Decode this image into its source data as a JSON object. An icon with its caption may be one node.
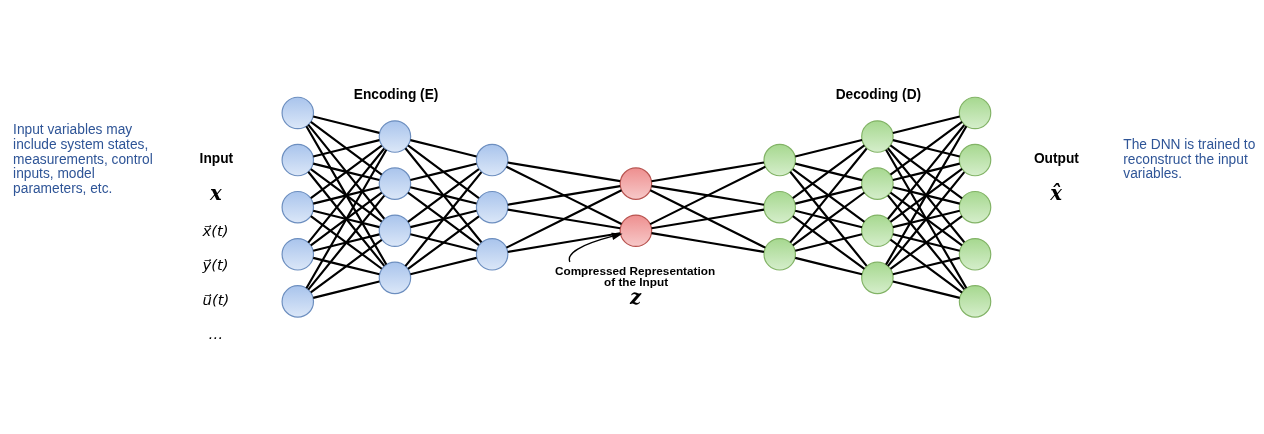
{
  "diagram": {
    "nodes": [
      {
        "text": [],
        "shape": "circle"
      },
      {
        "text": [],
        "shape": "circle"
      },
      {
        "text": [],
        "shape": "circle"
      },
      {
        "text": [],
        "shape": "circle"
      },
      {
        "text": [],
        "shape": "circle"
      },
      {
        "text": [],
        "shape": "circle"
      },
      {
        "text": [],
        "shape": "circle"
      },
      {
        "text": [],
        "shape": "circle"
      },
      {
        "text": [],
        "shape": "circle"
      },
      {
        "text": [],
        "shape": "circle"
      },
      {
        "text": [],
        "shape": "circle"
      },
      {
        "text": [],
        "shape": "circle"
      },
      {
        "text": [],
        "shape": "circle"
      },
      {
        "text": [],
        "shape": "circle"
      },
      {
        "text": [],
        "shape": "circle"
      },
      {
        "text": [],
        "shape": "circle"
      },
      {
        "text": [],
        "shape": "circle"
      },
      {
        "text": [],
        "shape": "circle"
      },
      {
        "text": [],
        "shape": "circle"
      },
      {
        "text": [],
        "shape": "circle"
      },
      {
        "text": [],
        "shape": "circle"
      },
      {
        "text": [],
        "shape": "circle"
      },
      {
        "text": [],
        "shape": "circle"
      },
      {
        "text": [],
        "shape": "circle"
      },
      {
        "text": [],
        "shape": "circle"
      },
      {
        "text": [],
        "shape": "circle"
      },
      {
        "text": [
          "Compressed Representation of the Input",
          "z"
        ]
      }
    ],
    "edges": [
      {
        "from": 0,
        "to": 5,
        "arrow": "none"
      },
      {
        "from": 0,
        "to": 6,
        "arrow": "none"
      },
      {
        "from": 0,
        "to": 7,
        "arrow": "none"
      },
      {
        "from": 0,
        "to": 8,
        "arrow": "none"
      },
      {
        "from": 1,
        "to": 5,
        "arrow": "none"
      },
      {
        "from": 1,
        "to": 6,
        "arrow": "none"
      },
      {
        "from": 1,
        "to": 7,
        "arrow": "none"
      },
      {
        "from": 1,
        "to": 8,
        "arrow": "none"
      },
      {
        "from": 2,
        "to": 5,
        "arrow": "none"
      },
      {
        "from": 2,
        "to": 6,
        "arrow": "none"
      },
      {
        "from": 2,
        "to": 7,
        "arrow": "none"
      },
      {
        "from": 2,
        "to": 8,
        "arrow": "none"
      },
      {
        "from": 3,
        "to": 5,
        "arrow": "none"
      },
      {
        "from": 3,
        "to": 6,
        "arrow": "none"
      },
      {
        "from": 3,
        "to": 7,
        "arrow": "none"
      },
      {
        "from": 3,
        "to": 8,
        "arrow": "none"
      },
      {
        "from": 4,
        "to": 5,
        "arrow": "none"
      },
      {
        "from": 4,
        "to": 6,
        "arrow": "none"
      },
      {
        "from": 4,
        "to": 7,
        "arrow": "none"
      },
      {
        "from": 4,
        "to": 8,
        "arrow": "none"
      },
      {
        "from": 5,
        "to": 9,
        "arrow": "none"
      },
      {
        "from": 5,
        "to": 10,
        "arrow": "none"
      },
      {
        "from": 5,
        "to": 11,
        "arrow": "none"
      },
      {
        "from": 6,
        "to": 9,
        "arrow": "none"
      },
      {
        "from": 6,
        "to": 10,
        "arrow": "none"
      },
      {
        "from": 6,
        "to": 11,
        "arrow": "none"
      },
      {
        "from": 7,
        "to": 9,
        "arrow": "none"
      },
      {
        "from": 7,
        "to": 10,
        "arrow": "none"
      },
      {
        "from": 7,
        "to": 11,
        "arrow": "none"
      },
      {
        "from": 8,
        "to": 9,
        "arrow": "none"
      },
      {
        "from": 8,
        "to": 10,
        "arrow": "none"
      },
      {
        "from": 8,
        "to": 11,
        "arrow": "none"
      },
      {
        "from": 9,
        "to": 12,
        "arrow": "none"
      },
      {
        "from": 9,
        "to": 13,
        "arrow": "none"
      },
      {
        "from": 10,
        "to": 12,
        "arrow": "none"
      },
      {
        "from": 10,
        "to": 13,
        "arrow": "none"
      },
      {
        "from": 11,
        "to": 12,
        "arrow": "none"
      },
      {
        "from": 11,
        "to": 13,
        "arrow": "none"
      },
      {
        "from": 12,
        "to": 14,
        "arrow": "none"
      },
      {
        "from": 12,
        "to": 15,
        "arrow": "none"
      },
      {
        "from": 12,
        "to": 16,
        "arrow": "none"
      },
      {
        "from": 13,
        "to": 14,
        "arrow": "none"
      },
      {
        "from": 13,
        "to": 15,
        "arrow": "none"
      },
      {
        "from": 13,
        "to": 16,
        "arrow": "none"
      },
      {
        "from": 14,
        "to": 17,
        "arrow": "none"
      },
      {
        "from": 14,
        "to": 18,
        "arrow": "none"
      },
      {
        "from": 14,
        "to": 19,
        "arrow": "none"
      },
      {
        "from": 14,
        "to": 20,
        "arrow": "none"
      },
      {
        "from": 15,
        "to": 17,
        "arrow": "none"
      },
      {
        "from": 15,
        "to": 18,
        "arrow": "none"
      },
      {
        "from": 15,
        "to": 19,
        "arrow": "none"
      },
      {
        "from": 15,
        "to": 20,
        "arrow": "none"
      },
      {
        "from": 16,
        "to": 17,
        "arrow": "none"
      },
      {
        "from": 16,
        "to": 18,
        "arrow": "none"
      },
      {
        "from": 16,
        "to": 19,
        "arrow": "none"
      },
      {
        "from": 16,
        "to": 20,
        "arrow": "none"
      },
      {
        "from": 17,
        "to": 21,
        "arrow": "none"
      },
      {
        "from": 17,
        "to": 22,
        "arrow": "none"
      },
      {
        "from": 17,
        "to": 23,
        "arrow": "none"
      },
      {
        "from": 17,
        "to": 24,
        "arrow": "none"
      },
      {
        "from": 17,
        "to": 25,
        "arrow": "none"
      },
      {
        "from": 18,
        "to": 21,
        "arrow": "none"
      },
      {
        "from": 18,
        "to": 22,
        "arrow": "none"
      },
      {
        "from": 18,
        "to": 23,
        "arrow": "none"
      },
      {
        "from": 18,
        "to": 24,
        "arrow": "none"
      },
      {
        "from": 18,
        "to": 25,
        "arrow": "none"
      },
      {
        "from": 19,
        "to": 21,
        "arrow": "none"
      },
      {
        "from": 19,
        "to": 22,
        "arrow": "none"
      },
      {
        "from": 19,
        "to": 23,
        "arrow": "none"
      },
      {
        "from": 19,
        "to": 24,
        "arrow": "none"
      },
      {
        "from": 19,
        "to": 25,
        "arrow": "none"
      },
      {
        "from": 20,
        "to": 21,
        "arrow": "none"
      },
      {
        "from": 20,
        "to": 22,
        "arrow": "none"
      },
      {
        "from": 20,
        "to": 23,
        "arrow": "none"
      },
      {
        "from": 20,
        "to": 24,
        "arrow": "none"
      },
      {
        "from": 20,
        "to": 25,
        "arrow": "none"
      },
      {
        "from": 26,
        "to": 13,
        "arrow": "to"
      }
    ],
    "labels": [
      "Input variables may include system states, measurements, control inputs, model parameters, etc.",
      "Input",
      "x",
      "x⃗(t)",
      "y⃗(t)",
      "u⃗(t)",
      "…",
      "Encoding (E)",
      "Decoding (D)",
      "Output",
      "x̂",
      "The DNN is trained to reconstruct the input variables."
    ]
  }
}
